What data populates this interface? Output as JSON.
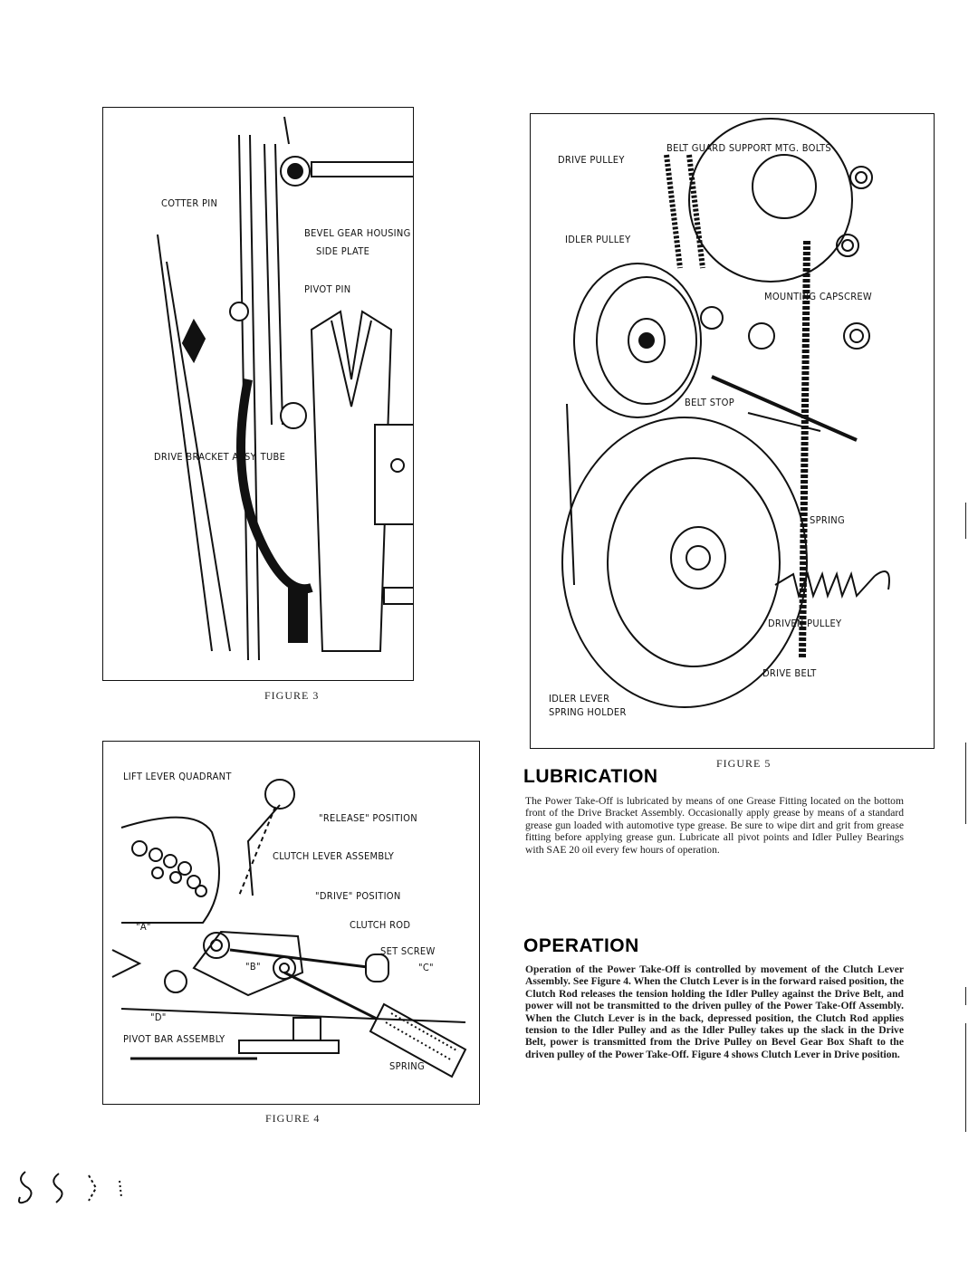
{
  "figure3": {
    "caption": "FIGURE 3",
    "labels": {
      "cotter_pin": "COTTER PIN",
      "bevel_gear": "BEVEL GEAR HOUSING",
      "side_plate": "SIDE PLATE",
      "pivot_pin": "PIVOT PIN",
      "drive_bracket": "DRIVE BRACKET ASSY. TUBE"
    }
  },
  "figure5": {
    "caption": "FIGURE 5",
    "labels": {
      "belt_guard": "BELT GUARD SUPPORT MTG. BOLTS",
      "drive_pulley": "DRIVE PULLEY",
      "idler_pulley": "IDLER PULLEY",
      "mounting_capscrew": "MOUNTING CAPSCREW",
      "belt_stop": "BELT STOP",
      "spring": "SPRING",
      "driven_pulley": "DRIVEN PULLEY",
      "drive_belt": "DRIVE BELT",
      "idler_lever": "IDLER LEVER",
      "spring_holder": "SPRING HOLDER"
    }
  },
  "figure4": {
    "caption": "FIGURE 4",
    "labels": {
      "lift_lever": "LIFT LEVER QUADRANT",
      "release": "\"RELEASE\" POSITION",
      "clutch_lever": "CLUTCH LEVER ASSEMBLY",
      "drive_position": "\"DRIVE\" POSITION",
      "clutch_rod": "CLUTCH ROD",
      "a": "\"A\"",
      "set_screw": "SET SCREW",
      "b": "\"B\"",
      "c": "\"C\"",
      "d": "\"D\"",
      "pivot_bar": "PIVOT BAR ASSEMBLY",
      "spring": "SPRING"
    }
  },
  "lubrication": {
    "heading": "LUBRICATION",
    "body": "The Power Take-Off is lubricated by means of one Grease Fitting located on the bottom front of the Drive Bracket Assembly. Occasionally apply grease by means of a standard grease gun loaded with automotive type grease. Be sure to wipe dirt and grit from grease fitting before applying grease gun. Lubricate all pivot points and Idler Pulley Bearings with SAE 20 oil every few hours of operation."
  },
  "operation": {
    "heading": "OPERATION",
    "body": "Operation of the Power Take-Off is controlled by movement of the Clutch Lever Assembly. See Figure 4. When the Clutch Lever is in the forward raised position, the Clutch Rod releases the tension holding the Idler Pulley against the Drive Belt, and power will not be transmitted to the driven pulley of the Power Take-Off Assembly. When the Clutch Lever is in the back, depressed position, the Clutch Rod applies tension to the Idler Pulley and as the Idler Pulley takes up the slack in the Drive Belt, power is transmitted from the Drive Pulley on Bevel Gear Box Shaft to the driven pulley of the Power Take-Off. Figure 4 shows Clutch Lever in Drive position."
  }
}
